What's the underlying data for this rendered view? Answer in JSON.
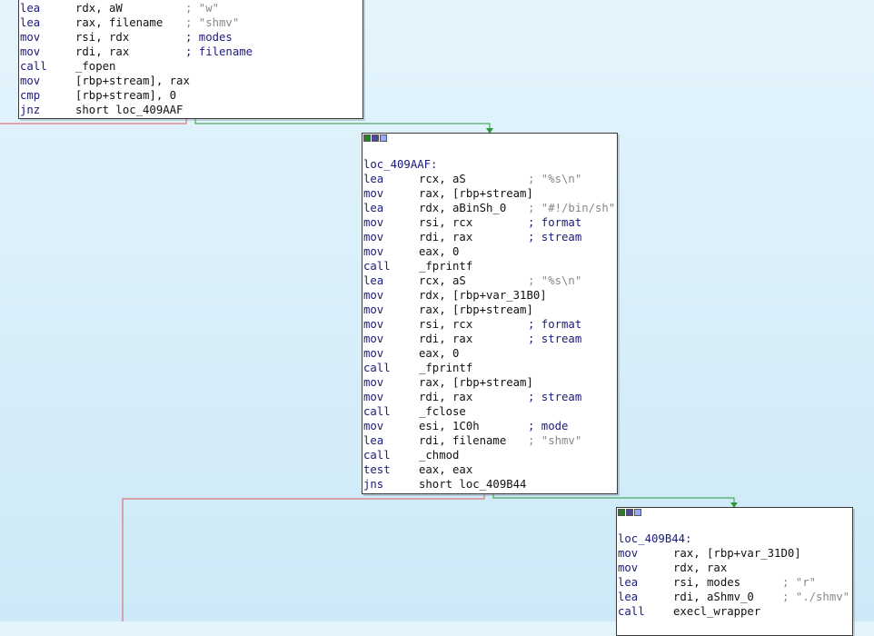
{
  "block1": {
    "lines": [
      {
        "mn": "lea",
        "ops": "rdx, aW",
        "cmt": "; \"w\"",
        "cmt_style": "gray"
      },
      {
        "mn": "lea",
        "ops": "rax, filename",
        "cmt": "; \"shmv\"",
        "cmt_style": "gray"
      },
      {
        "mn": "mov",
        "ops": "rsi, rdx",
        "cmt": "; modes",
        "cmt_style": "blue"
      },
      {
        "mn": "mov",
        "ops": "rdi, rax",
        "cmt": "; filename",
        "cmt_style": "blue"
      },
      {
        "mn": "call",
        "ops": "_fopen",
        "cmt": "",
        "cmt_style": "gray"
      },
      {
        "mn": "mov",
        "ops": "[rbp+stream], rax",
        "cmt": "",
        "cmt_style": "gray"
      },
      {
        "mn": "cmp",
        "ops": "[rbp+stream], 0",
        "cmt": "",
        "cmt_style": "gray"
      },
      {
        "mn": "jnz",
        "ops": "short loc_409AAF",
        "cmt": "",
        "cmt_style": "gray"
      }
    ]
  },
  "block2": {
    "label": "loc_409AAF:",
    "lines": [
      {
        "mn": "lea",
        "ops": "rcx, aS",
        "cmt": "; \"%s\\n\"",
        "cmt_style": "gray"
      },
      {
        "mn": "mov",
        "ops": "rax, [rbp+stream]",
        "cmt": "",
        "cmt_style": "gray"
      },
      {
        "mn": "lea",
        "ops": "rdx, aBinSh_0",
        "cmt": "; \"#!/bin/sh\"",
        "cmt_style": "gray"
      },
      {
        "mn": "mov",
        "ops": "rsi, rcx",
        "cmt": "; format",
        "cmt_style": "blue"
      },
      {
        "mn": "mov",
        "ops": "rdi, rax",
        "cmt": "; stream",
        "cmt_style": "blue"
      },
      {
        "mn": "mov",
        "ops": "eax, 0",
        "cmt": "",
        "cmt_style": "gray"
      },
      {
        "mn": "call",
        "ops": "_fprintf",
        "cmt": "",
        "cmt_style": "gray"
      },
      {
        "mn": "lea",
        "ops": "rcx, aS",
        "cmt": "; \"%s\\n\"",
        "cmt_style": "gray"
      },
      {
        "mn": "mov",
        "ops": "rdx, [rbp+var_31B0]",
        "cmt": "",
        "cmt_style": "gray"
      },
      {
        "mn": "mov",
        "ops": "rax, [rbp+stream]",
        "cmt": "",
        "cmt_style": "gray"
      },
      {
        "mn": "mov",
        "ops": "rsi, rcx",
        "cmt": "; format",
        "cmt_style": "blue"
      },
      {
        "mn": "mov",
        "ops": "rdi, rax",
        "cmt": "; stream",
        "cmt_style": "blue"
      },
      {
        "mn": "mov",
        "ops": "eax, 0",
        "cmt": "",
        "cmt_style": "gray"
      },
      {
        "mn": "call",
        "ops": "_fprintf",
        "cmt": "",
        "cmt_style": "gray"
      },
      {
        "mn": "mov",
        "ops": "rax, [rbp+stream]",
        "cmt": "",
        "cmt_style": "gray"
      },
      {
        "mn": "mov",
        "ops": "rdi, rax",
        "cmt": "; stream",
        "cmt_style": "blue"
      },
      {
        "mn": "call",
        "ops": "_fclose",
        "cmt": "",
        "cmt_style": "gray"
      },
      {
        "mn": "mov",
        "ops": "esi, 1C0h",
        "cmt": "; mode",
        "cmt_style": "blue"
      },
      {
        "mn": "lea",
        "ops": "rdi, filename",
        "cmt": "; \"shmv\"",
        "cmt_style": "gray"
      },
      {
        "mn": "call",
        "ops": "_chmod",
        "cmt": "",
        "cmt_style": "gray"
      },
      {
        "mn": "test",
        "ops": "eax, eax",
        "cmt": "",
        "cmt_style": "gray"
      },
      {
        "mn": "jns",
        "ops": "short loc_409B44",
        "cmt": "",
        "cmt_style": "gray"
      }
    ]
  },
  "block3": {
    "label": "loc_409B44:",
    "lines": [
      {
        "mn": "mov",
        "ops": "rax, [rbp+var_31D0]",
        "cmt": "",
        "cmt_style": "gray"
      },
      {
        "mn": "mov",
        "ops": "rdx, rax",
        "cmt": "",
        "cmt_style": "gray"
      },
      {
        "mn": "lea",
        "ops": "rsi, modes",
        "cmt": "; \"r\"",
        "cmt_style": "gray"
      },
      {
        "mn": "lea",
        "ops": "rdi, aShmv_0",
        "cmt": "; \"./shmv\"",
        "cmt_style": "gray"
      },
      {
        "mn": "call",
        "ops": "execl_wrapper",
        "cmt": "",
        "cmt_style": "gray"
      }
    ]
  },
  "colors": {
    "background_top": "#e4f4fc",
    "edge_false": "#e05a5a",
    "edge_true": "#2a9a3a",
    "mnemonic": "#1a1a7a",
    "comment": "#888888"
  }
}
